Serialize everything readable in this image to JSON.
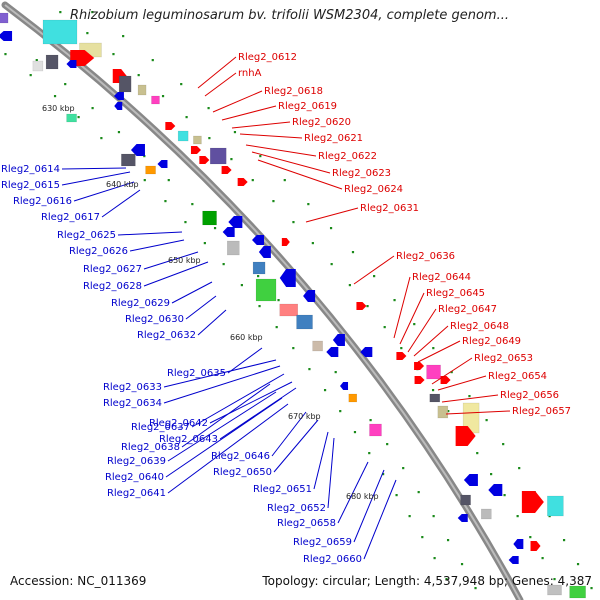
{
  "title": "Rhizobium leguminosarum bv. trifolii WSM2304, complete genom...",
  "accession": "Accession: NC_011369",
  "summary": "Topology: circular; Length: 4,537,948 bp; Genes: 4,387",
  "colors": {
    "backbone": "#888888",
    "forward_label": "#dd0000",
    "reverse_label": "#0000cc",
    "tick": "#1a8a1a"
  },
  "ticks": [
    "630 kbp",
    "640 kbp",
    "650 kbp",
    "660 kbp",
    "670 kbp",
    "680 kbp"
  ],
  "forward_genes": [
    "Rleg2_0612",
    "rnhA",
    "Rleg2_0618",
    "Rleg2_0619",
    "Rleg2_0620",
    "Rleg2_0621",
    "Rleg2_0622",
    "Rleg2_0623",
    "Rleg2_0624",
    "Rleg2_0631",
    "Rleg2_0636",
    "Rleg2_0644",
    "Rleg2_0645",
    "Rleg2_0647",
    "Rleg2_0648",
    "Rleg2_0649",
    "Rleg2_0653",
    "Rleg2_0654",
    "Rleg2_0656",
    "Rleg2_0657"
  ],
  "reverse_genes": [
    "Rleg2_0614",
    "Rleg2_0615",
    "Rleg2_0616",
    "Rleg2_0617",
    "Rleg2_0625",
    "Rleg2_0626",
    "Rleg2_0627",
    "Rleg2_0628",
    "Rleg2_0629",
    "Rleg2_0630",
    "Rleg2_0632",
    "Rleg2_0635",
    "Rleg2_0633",
    "Rleg2_0634",
    "Rleg2_0637",
    "Rleg2_0642",
    "Rleg2_0643",
    "Rleg2_0638",
    "Rleg2_0639",
    "Rleg2_0640",
    "Rleg2_0641",
    "Rleg2_0646",
    "Rleg2_0650",
    "Rleg2_0651",
    "Rleg2_0652",
    "Rleg2_0658",
    "Rleg2_0659",
    "Rleg2_0660"
  ]
}
